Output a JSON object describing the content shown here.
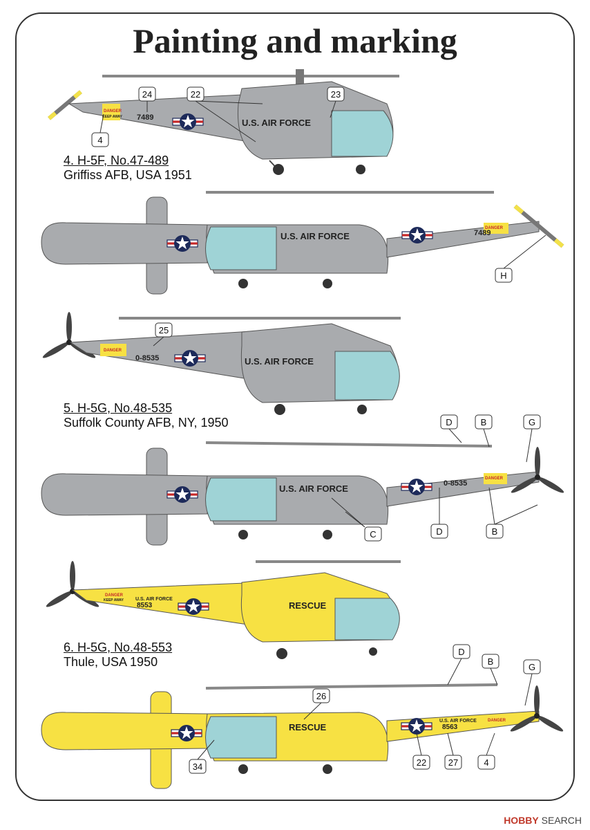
{
  "title": "Painting and marking",
  "schemes": [
    {
      "name": "4. H-5F, No.47-489",
      "place": "Griffiss AFB, USA 1951"
    },
    {
      "name": "5. H-5G, No.48-535",
      "place": "Suffolk County AFB, NY, 1950"
    },
    {
      "name": "6.  H-5G, No.48-553",
      "place": "Thule, USA 1950"
    }
  ],
  "markings": {
    "usaf": "U.S. AIR FORCE",
    "usaf_small": "U.S. AIR FORCE",
    "rescue": "RESCUE",
    "danger": "DANGER",
    "keep_away": "KEEP AWAY",
    "serial_489": "7489",
    "serial_535": "0-8535",
    "serial_553": "8553",
    "serial_553b": "8563"
  },
  "callouts": {
    "c24": "24",
    "c22": "22",
    "c23": "23",
    "c4": "4",
    "cH": "H",
    "c25": "25",
    "cD": "D",
    "cB": "B",
    "cG": "G",
    "cC": "C",
    "c26": "26",
    "c34": "34",
    "c27": "27"
  },
  "colors": {
    "grey": "#a9abae",
    "blue": "#9fd3d6",
    "yellow": "#f7e143",
    "insignia": "#1d2a5a"
  },
  "watermark": {
    "brand": "HOBBY",
    "suffix": "SEARCH"
  }
}
